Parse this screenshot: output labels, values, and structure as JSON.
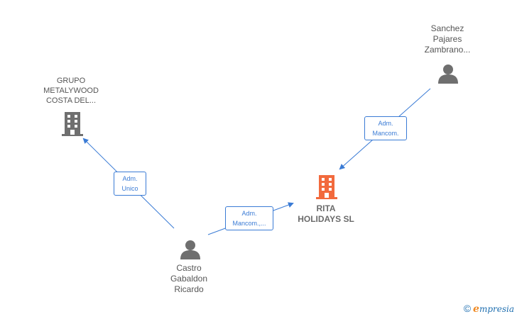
{
  "nodes": {
    "grupo": {
      "label": "GRUPO\nMETALYWOOD\nCOSTA DEL...",
      "type": "company"
    },
    "rita": {
      "label": "RITA\nHOLIDAYS  SL",
      "type": "company-focus"
    },
    "sanchez": {
      "label": "Sanchez\nPajares\nZambrano...",
      "type": "person"
    },
    "castro": {
      "label": "Castro\nGabaldon\nRicardo",
      "type": "person"
    }
  },
  "edges": [
    {
      "from": "castro",
      "to": "grupo",
      "label": "Adm.\nUnico"
    },
    {
      "from": "castro",
      "to": "rita",
      "label": "Adm.\nMancom.,..."
    },
    {
      "from": "sanchez",
      "to": "rita",
      "label": "Adm.\nMancom."
    }
  ],
  "colors": {
    "edge": "#3a7bd5",
    "company_icon": "#6f6f6f",
    "focus_icon": "#f26a3d",
    "person_icon": "#6f6f6f",
    "label_text": "#555555"
  },
  "icons": {
    "company": "building-icon",
    "person": "person-icon"
  },
  "brand": {
    "copyright": "©",
    "e": "e",
    "rest": "mpresia"
  }
}
